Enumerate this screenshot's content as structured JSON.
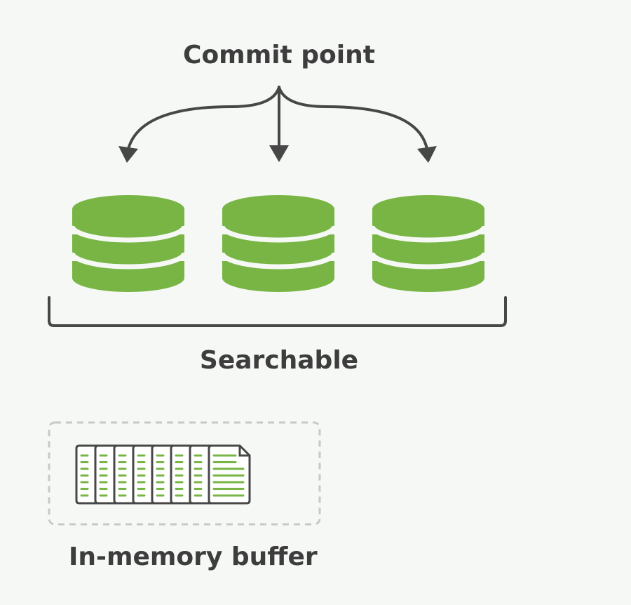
{
  "diagram": {
    "commit_point_label": "Commit point",
    "searchable_label": "Searchable",
    "buffer_label": "In-memory buffer",
    "segment_count": 3,
    "document_count": 8,
    "colors": {
      "background": "#f5f8f4",
      "segment_green": "#78b545",
      "stroke_dark": "#474747",
      "text": "#3d3d3d",
      "buffer_border": "#c8c8c8",
      "doc_line_green": "#78b545",
      "doc_fill": "#ffffff"
    }
  }
}
